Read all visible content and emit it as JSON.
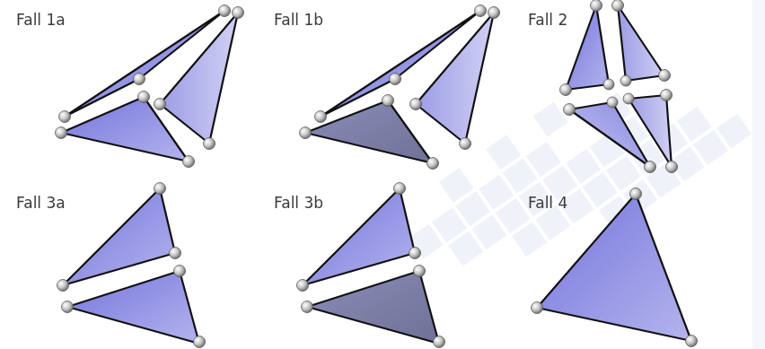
{
  "diagram": {
    "labels": [
      "Fall 1a",
      "Fall 1b",
      "Fall 2",
      "Fall 3a",
      "Fall 3b",
      "Fall 4"
    ]
  }
}
